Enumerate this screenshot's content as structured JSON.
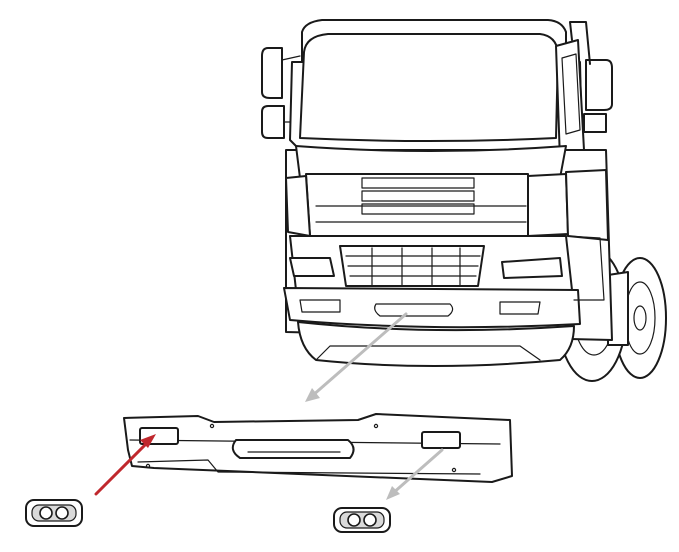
{
  "figure": {
    "line_color": "#1a1a1a",
    "background": "#ffffff",
    "pointer_colors": {
      "red": "#c0282d",
      "grey": "#bdbdbd"
    },
    "parts": [
      {
        "id": "truck-cab",
        "icon": "truck-front-line-drawing"
      },
      {
        "id": "front-bumper",
        "icon": "bumper-line-drawing"
      },
      {
        "id": "left-fog-lamp",
        "icon": "twin-lens-fog-lamp"
      },
      {
        "id": "right-fog-lamp",
        "icon": "twin-lens-fog-lamp"
      }
    ]
  }
}
